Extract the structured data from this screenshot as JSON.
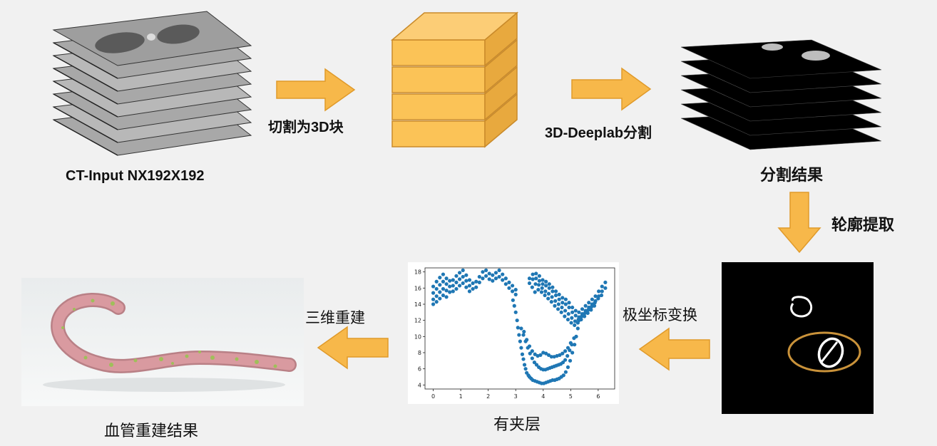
{
  "labels": {
    "ct_input": "CT-Input NX192X192",
    "cut_blocks": "切割为3D块",
    "deeplab": "3D-Deeplab分割",
    "seg_result": "分割结果",
    "contour": "轮廓提取",
    "polar": "极坐标变换",
    "dissection": "有夹层",
    "recon3d": "三维重建",
    "vessel_result": "血管重建结果"
  },
  "colors": {
    "arrow": "#f7b84a",
    "arrow_stroke": "#e09a2a",
    "block": "#fbc357",
    "block_stroke": "#c98a2a",
    "scatter": "#1f77b4",
    "ellipse": "#c9923a",
    "vessel": "#d99aa0",
    "vessel_spots": "#9fbf5a"
  },
  "chart_data": {
    "type": "scatter",
    "xlim": [
      -0.3,
      6.6
    ],
    "ylim": [
      3.5,
      18.5
    ],
    "x_ticks": [
      "0",
      "1",
      "2",
      "3",
      "4",
      "5",
      "6"
    ],
    "y_ticks": [
      "4",
      "6",
      "8",
      "10",
      "12",
      "14",
      "16",
      "18"
    ],
    "series": [
      {
        "x": [
          0.0,
          0.12,
          0.24,
          0.36,
          0.48,
          0.6,
          0.72,
          0.84,
          0.96,
          1.08,
          1.2,
          1.32,
          1.44,
          1.56,
          1.68,
          1.8,
          1.92,
          2.04,
          2.16,
          2.28,
          2.4,
          2.52,
          2.64,
          2.76,
          2.88,
          3.0
        ],
        "y": [
          16.2,
          16.8,
          17.3,
          17.7,
          17.2,
          16.9,
          17.0,
          17.5,
          17.9,
          18.2,
          17.6,
          17.0,
          16.6,
          16.8,
          17.4,
          18.0,
          18.2,
          17.8,
          17.6,
          17.9,
          18.2,
          17.7,
          17.2,
          16.7,
          16.3,
          15.8
        ]
      },
      {
        "x": [
          0.0,
          0.12,
          0.24,
          0.36,
          0.48,
          0.6,
          0.72,
          0.84,
          0.96,
          1.08,
          1.2,
          1.32,
          1.44,
          1.56,
          1.68,
          1.8,
          1.92,
          2.04,
          2.16,
          2.28,
          2.4,
          2.52,
          2.64,
          2.76,
          2.88,
          3.0
        ],
        "y": [
          15.4,
          15.9,
          16.4,
          16.8,
          16.5,
          16.2,
          16.3,
          16.7,
          17.1,
          17.4,
          16.9,
          16.3,
          15.9,
          16.1,
          16.7,
          17.2,
          17.5,
          17.1,
          16.9,
          17.2,
          17.4,
          17.0,
          16.5,
          16.0,
          15.6,
          15.2
        ]
      },
      {
        "x": [
          0.0,
          0.12,
          0.24,
          0.36,
          0.48,
          0.6,
          0.72,
          0.84,
          0.96,
          1.08,
          1.2,
          1.32
        ],
        "y": [
          14.6,
          15.0,
          15.5,
          15.9,
          15.7,
          15.5,
          15.6,
          15.9,
          16.3,
          16.6,
          16.1,
          15.6
        ]
      },
      {
        "x": [
          0.0,
          0.12,
          0.24,
          0.36,
          0.48
        ],
        "y": [
          14.0,
          14.3,
          14.7,
          15.1,
          14.9
        ]
      },
      {
        "x": [
          3.5,
          3.62,
          3.74,
          3.86,
          3.98,
          4.1,
          4.22,
          4.34,
          4.46,
          4.58,
          4.7,
          4.82,
          4.94,
          5.06,
          5.18,
          5.3,
          5.42,
          5.54,
          5.66,
          5.78,
          5.9,
          6.02,
          6.14,
          6.26
        ],
        "y": [
          17.2,
          17.7,
          17.8,
          17.5,
          17.0,
          16.8,
          16.5,
          16.1,
          15.6,
          15.2,
          14.8,
          14.6,
          14.2,
          13.6,
          13.2,
          13.0,
          13.4,
          13.8,
          14.2,
          14.6,
          15.0,
          15.6,
          16.2,
          16.7
        ]
      },
      {
        "x": [
          3.5,
          3.62,
          3.74,
          3.86,
          3.98,
          4.1,
          4.22,
          4.34,
          4.46,
          4.58,
          4.7,
          4.82,
          4.94,
          5.06,
          5.18,
          5.3,
          5.42,
          5.54,
          5.66,
          5.78,
          5.9,
          6.02,
          6.14,
          6.26
        ],
        "y": [
          16.6,
          17.1,
          17.2,
          16.9,
          16.5,
          16.3,
          16.0,
          15.6,
          15.1,
          14.6,
          14.2,
          14.0,
          13.6,
          13.0,
          12.6,
          12.4,
          12.8,
          13.2,
          13.6,
          14.0,
          14.4,
          15.0,
          15.6,
          16.0
        ]
      },
      {
        "x": [
          3.6,
          3.72,
          3.84,
          3.96,
          4.08,
          4.2,
          4.32,
          4.44,
          4.56,
          4.68,
          4.8,
          4.92,
          5.04,
          5.16,
          5.28,
          5.4,
          5.52,
          5.64,
          5.76,
          5.88,
          6.0,
          6.12
        ],
        "y": [
          16.1,
          16.5,
          16.4,
          16.0,
          15.6,
          15.3,
          14.9,
          14.4,
          14.0,
          13.6,
          13.2,
          12.8,
          12.3,
          11.9,
          12.1,
          12.5,
          12.9,
          13.3,
          13.7,
          14.2,
          14.7,
          15.1
        ]
      },
      {
        "x": [
          3.7,
          3.82,
          3.94,
          4.06,
          4.18,
          4.3,
          4.42,
          4.54,
          4.66,
          4.78,
          4.9,
          5.02,
          5.14,
          5.26,
          5.38,
          5.5,
          5.62,
          5.74,
          5.86
        ],
        "y": [
          15.5,
          15.8,
          15.5,
          15.1,
          14.7,
          14.3,
          13.8,
          13.4,
          13.0,
          12.5,
          12.1,
          11.7,
          11.4,
          11.7,
          12.1,
          12.5,
          12.9,
          13.3,
          13.8
        ]
      },
      {
        "x": [
          2.9,
          2.95,
          3.0,
          3.05,
          3.08,
          3.12,
          3.16,
          3.2,
          3.24,
          3.28,
          3.32,
          3.36,
          3.4,
          3.46,
          3.5,
          3.56,
          3.62,
          3.7,
          3.78,
          3.86,
          3.94,
          4.02,
          4.1,
          4.18,
          4.26,
          4.34,
          4.42,
          4.5,
          4.58,
          4.66,
          4.74,
          4.82,
          4.9,
          4.98,
          5.06,
          5.14,
          5.2,
          5.26,
          5.3
        ],
        "y": [
          14.5,
          13.8,
          13.0,
          12.0,
          11.1,
          10.2,
          9.4,
          8.6,
          7.8,
          7.2,
          6.5,
          6.0,
          5.5,
          5.2,
          5.0,
          4.8,
          4.6,
          4.5,
          4.4,
          4.3,
          4.2,
          4.2,
          4.3,
          4.4,
          4.5,
          4.6,
          4.6,
          4.7,
          4.8,
          5.0,
          5.2,
          5.6,
          6.2,
          7.0,
          8.0,
          9.0,
          10.0,
          11.0,
          12.0
        ]
      },
      {
        "x": [
          3.2,
          3.28,
          3.36,
          3.44,
          3.52,
          3.6,
          3.68,
          3.76,
          3.84,
          3.92,
          4.0,
          4.08,
          4.16,
          4.24,
          4.32,
          4.4,
          4.48,
          4.56,
          4.64,
          4.72,
          4.8,
          4.88,
          4.96,
          5.04,
          5.12
        ],
        "y": [
          11.0,
          10.2,
          9.4,
          8.6,
          7.9,
          7.3,
          6.8,
          6.5,
          6.2,
          6.0,
          5.9,
          5.9,
          6.0,
          6.1,
          6.2,
          6.3,
          6.4,
          6.5,
          6.6,
          6.8,
          7.1,
          7.6,
          8.3,
          9.0,
          9.8
        ]
      },
      {
        "x": [
          3.3,
          3.4,
          3.5,
          3.6,
          3.7,
          3.8,
          3.9,
          4.0,
          4.1,
          4.2,
          4.3,
          4.4,
          4.5,
          4.6,
          4.7,
          4.8,
          4.9,
          5.0
        ],
        "y": [
          10.6,
          9.6,
          8.8,
          8.2,
          7.8,
          7.6,
          7.7,
          8.0,
          7.9,
          7.7,
          7.5,
          7.5,
          7.6,
          7.7,
          7.9,
          8.2,
          8.6,
          9.2
        ]
      }
    ]
  }
}
